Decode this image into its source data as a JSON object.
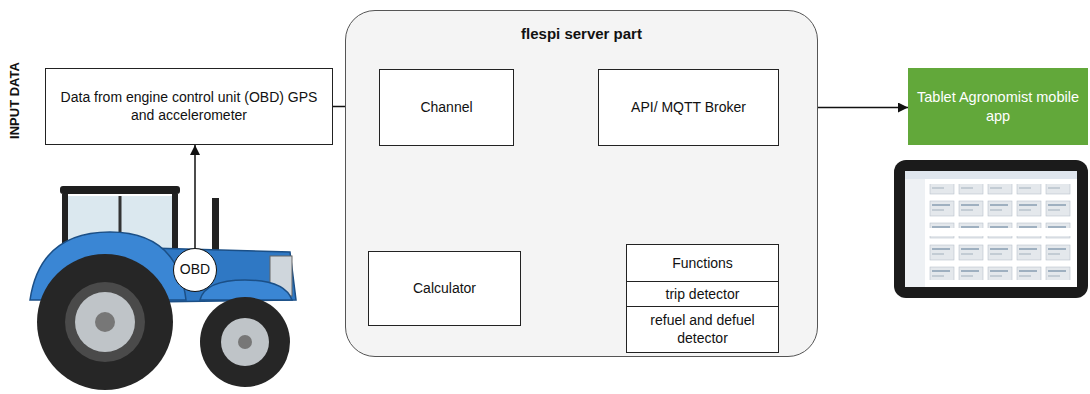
{
  "diagram": {
    "nodes": [
      {
        "text": [
          "Data from engine control unit (OBD) GPS and accelerometer"
        ]
      },
      {
        "text": [
          "OBD"
        ]
      },
      {
        "text": [
          "flespi server part"
        ]
      },
      {
        "text": [
          "Channel"
        ],
        "in": 2
      },
      {
        "text": [
          "API/ MQTT Broker"
        ],
        "in": 2
      },
      {
        "text": [
          "Calculator"
        ],
        "in": 2
      },
      {
        "text": [
          "Functions"
        ],
        "in": 2
      },
      {
        "text": [
          "trip detector"
        ],
        "in": 6
      },
      {
        "text": [
          "refuel and defuel detector"
        ],
        "in": 6
      },
      {
        "text": [
          "Tablet Agronomist mobile app"
        ]
      }
    ],
    "edges": [
      {
        "from": 1,
        "to": 0,
        "arrow": "to"
      },
      {
        "from": 0,
        "to": 3,
        "arrow": "to"
      },
      {
        "from": 3,
        "to": 4,
        "arrow": "to"
      },
      {
        "from": 3,
        "to": 5,
        "arrow": "to"
      },
      {
        "from": 5,
        "to": 6,
        "arrow": "to"
      },
      {
        "from": 4,
        "to": 9,
        "arrow": "to"
      }
    ],
    "labels": [
      "INPUT DATA"
    ]
  }
}
